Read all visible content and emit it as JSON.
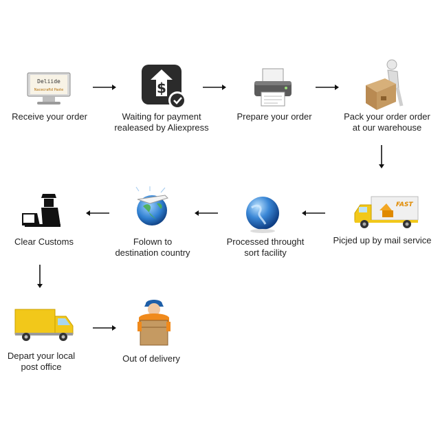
{
  "steps": [
    {
      "id": "receive-order",
      "label": "Receive your order",
      "monitor_text_line1": "Deliide",
      "monitor_text_line2": "Nacecraftd Paste"
    },
    {
      "id": "waiting-payment",
      "label": "Waiting for payment\nrealeased by Aliexpress"
    },
    {
      "id": "prepare-order",
      "label": "Prepare your order"
    },
    {
      "id": "pack-order",
      "label": "Pack your order order\nat our warehouse"
    },
    {
      "id": "picked-up",
      "label": "Picjed up by mail service",
      "truck_text": "FAST"
    },
    {
      "id": "processed",
      "label": "Processed throught\nsort facility"
    },
    {
      "id": "follow-destination",
      "label": "Folown to\ndestination country"
    },
    {
      "id": "clear-customs",
      "label": "Clear Customs"
    },
    {
      "id": "depart-post-office",
      "label": "Depart your local\npost office"
    },
    {
      "id": "out-of-delivery",
      "label": "Out of delivery"
    }
  ],
  "colors": {
    "arrow": "#111111",
    "dark": "#2b2b2b",
    "truck_yellow": "#f2c81a",
    "box": "#c59a62",
    "globe": "#3a87d6",
    "check": "#2b2b2b"
  }
}
